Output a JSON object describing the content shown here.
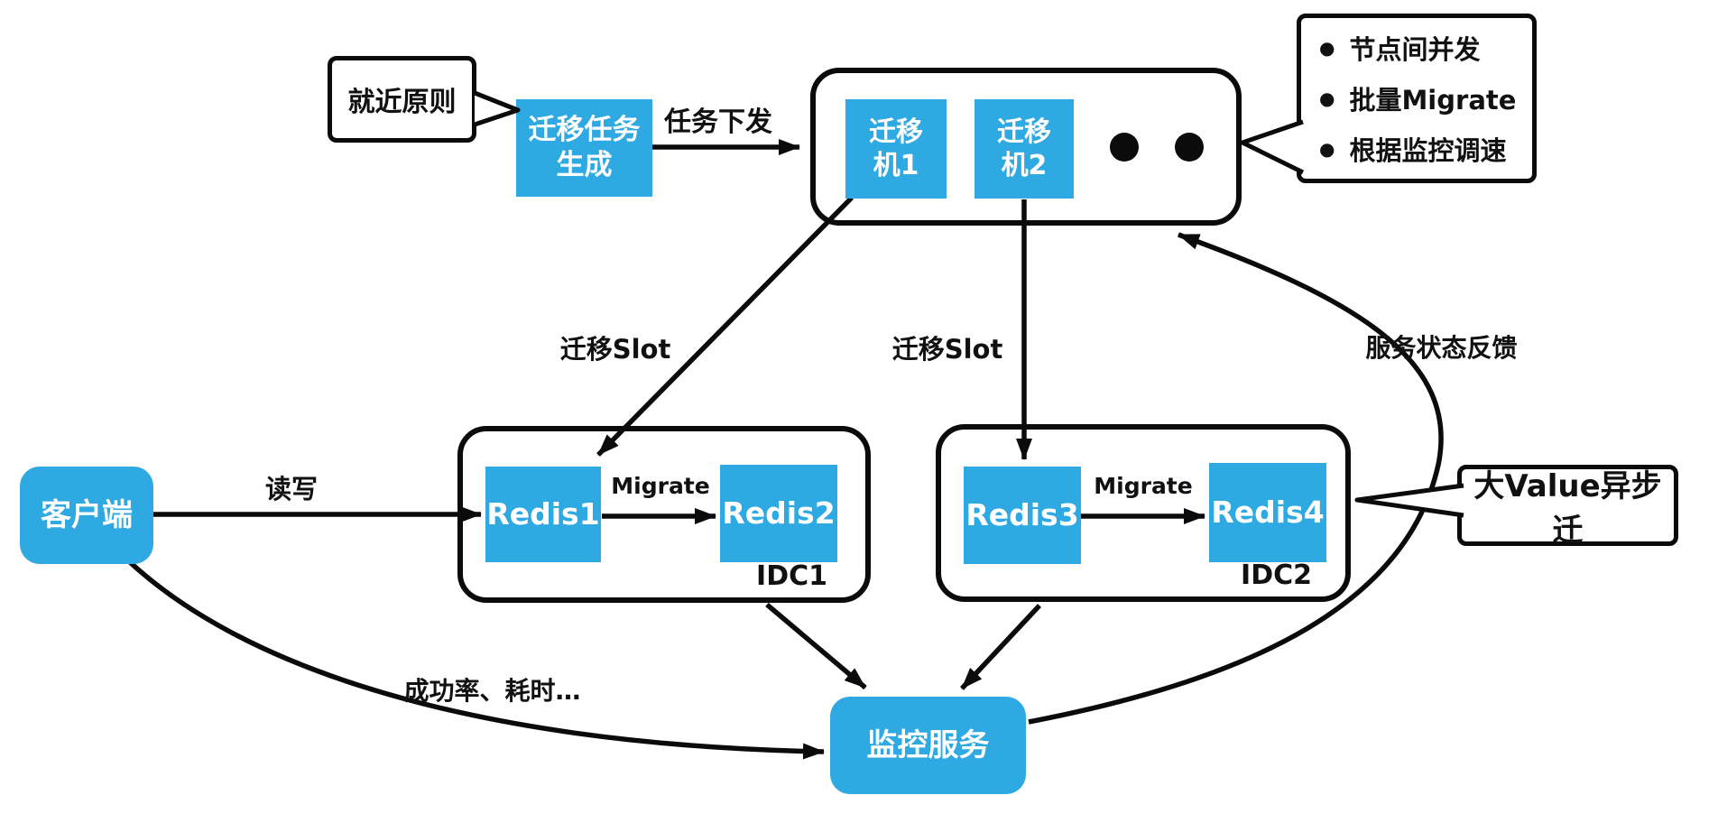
{
  "colors": {
    "accent": "#2FA9E1",
    "line": "#0b0b0b",
    "background": "#ffffff",
    "text_dark": "#111111",
    "text_light": "#ffffff"
  },
  "callouts": {
    "proximity": {
      "text": "就近原则"
    },
    "strategy": {
      "items": [
        "节点间并发",
        "批量Migrate",
        "根据监控调速"
      ]
    },
    "big_value": {
      "text": "大Value异步迁"
    }
  },
  "nodes": {
    "task_generator": {
      "line1": "迁移任务",
      "line2": "生成"
    },
    "migrator1": {
      "line1": "迁移",
      "line2": "机1"
    },
    "migrator2": {
      "line1": "迁移",
      "line2": "机2"
    },
    "redis1": {
      "label": "Redis1"
    },
    "redis2": {
      "label": "Redis2"
    },
    "redis3": {
      "label": "Redis3"
    },
    "redis4": {
      "label": "Redis4"
    },
    "client": {
      "label": "客户端"
    },
    "monitor": {
      "label": "监控服务"
    }
  },
  "groups": {
    "idc1": {
      "label": "IDC1"
    },
    "idc2": {
      "label": "IDC2"
    }
  },
  "edge_labels": {
    "task_dispatch": "任务下发",
    "migrate_slot_left": "迁移Slot",
    "migrate_slot_right": "迁移Slot",
    "migrate_left": "Migrate",
    "migrate_right": "Migrate",
    "read_write": "读写",
    "metrics": "成功率、耗时…",
    "status_feedback": "服务状态反馈"
  },
  "decorations": {
    "ellipsis_dot_count": 2
  }
}
